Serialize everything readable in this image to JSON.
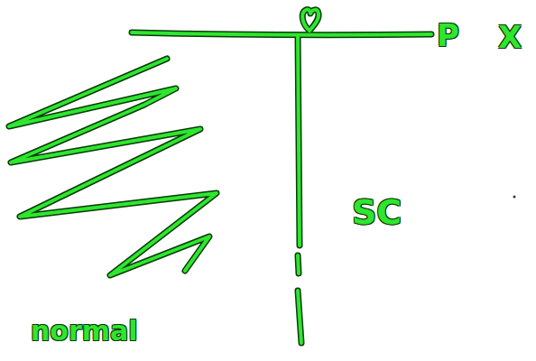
{
  "diagram": {
    "labels": [
      "P",
      "X",
      "SC",
      "normal"
    ]
  }
}
